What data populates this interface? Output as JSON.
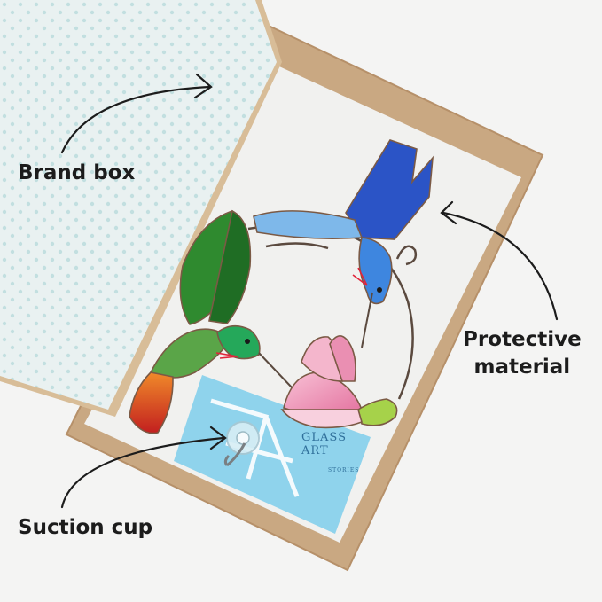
{
  "labels": {
    "brand_box": "Brand box",
    "protective_line1": "Protective",
    "protective_line2": "material",
    "suction_cup": "Suction cup"
  },
  "card": {
    "line1": "GLASS",
    "line2": "ART",
    "line3": "STORIES"
  },
  "colors": {
    "background": "#f4f4f3",
    "cardboard": "#c9a882",
    "tissue": "#e9f1f1",
    "foam": "#f1f1ef",
    "card_blue": "#8fd3ec",
    "blue_bird": "#2b54c6",
    "green_bird": "#2f8a2f",
    "flower_pink": "#f0a2c0"
  }
}
